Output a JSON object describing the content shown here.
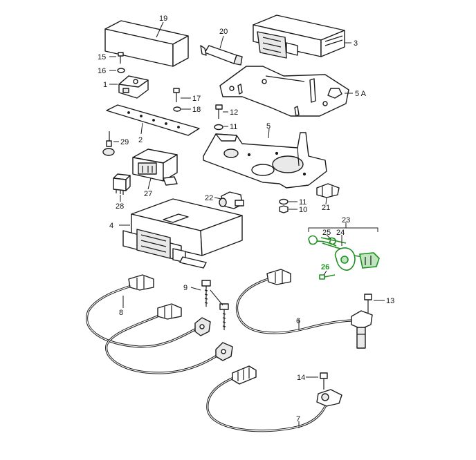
{
  "labels": {
    "p1": "1",
    "p2": "2",
    "p3": "3",
    "p4": "4",
    "p5": "5",
    "p5a": "5 A",
    "p6": "6",
    "p7": "7",
    "p8": "8",
    "p9": "9",
    "p10": "10",
    "p11a": "11",
    "p11b": "11",
    "p12": "12",
    "p13": "13",
    "p14": "14",
    "p15": "15",
    "p16": "16",
    "p17": "17",
    "p18": "18",
    "p19": "19",
    "p20": "20",
    "p21": "21",
    "p22": "22",
    "p23": "23",
    "p24": "24",
    "p25": "25",
    "p26": "26",
    "p27": "27",
    "p28": "28",
    "p29": "29"
  },
  "highlight_color": "#1d8f1d",
  "highlighted_parts": [
    "23",
    "24",
    "25",
    "26"
  ]
}
